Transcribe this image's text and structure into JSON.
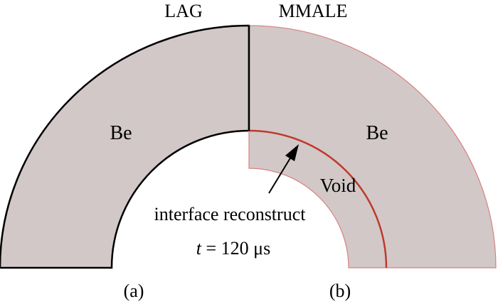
{
  "labels": {
    "lag": "LAG",
    "mmale": "MMALE",
    "left_material": "Be",
    "right_material": "Be",
    "void": "Void",
    "interface": "interface reconstruct",
    "time_var": "t",
    "time_value": " = 120 μs",
    "panel_a": "(a)",
    "panel_b": "(b)"
  },
  "colors": {
    "material_fill": "#d2c8c8",
    "outline": "#000000",
    "interface_line": "#c0392b",
    "right_outline": "#d98080"
  }
}
